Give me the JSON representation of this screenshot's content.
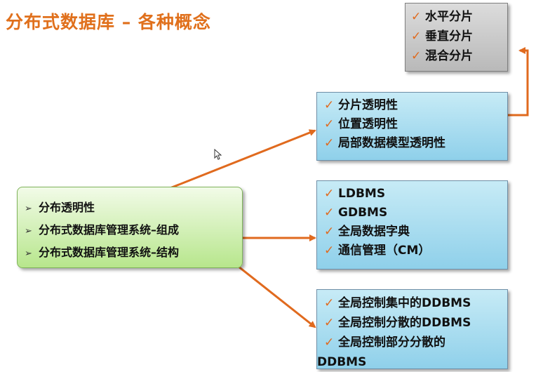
{
  "title": "分布式数据库 – 各种概念",
  "colors": {
    "title": "#e0701c",
    "arrow": "#e06a1e",
    "blue_box": "#a9dcf0",
    "green_box": "#c8eda6",
    "gray_box": "#c9c9c9"
  },
  "main_box": {
    "items": [
      "分布透明性",
      "分布式数据库管理系统–组成",
      "分布式数据库管理系统–结构"
    ]
  },
  "fragment_types": {
    "items": [
      "水平分片",
      "垂直分片",
      "混合分片"
    ]
  },
  "transparency": {
    "items": [
      "分片透明性",
      "位置透明性",
      "局部数据模型透明性"
    ]
  },
  "components": {
    "items": [
      "LDBMS",
      "GDBMS",
      "全局数据字典",
      "通信管理（CM）"
    ]
  },
  "structure": {
    "items": [
      "全局控制集中的DDBMS",
      "全局控制分散的DDBMS",
      "全局控制部分分散的"
    ],
    "continuation": "DDBMS"
  },
  "icons": {
    "check": "check-icon",
    "bullet": "triangle-bullet-icon",
    "cursor": "mouse-cursor-icon"
  }
}
